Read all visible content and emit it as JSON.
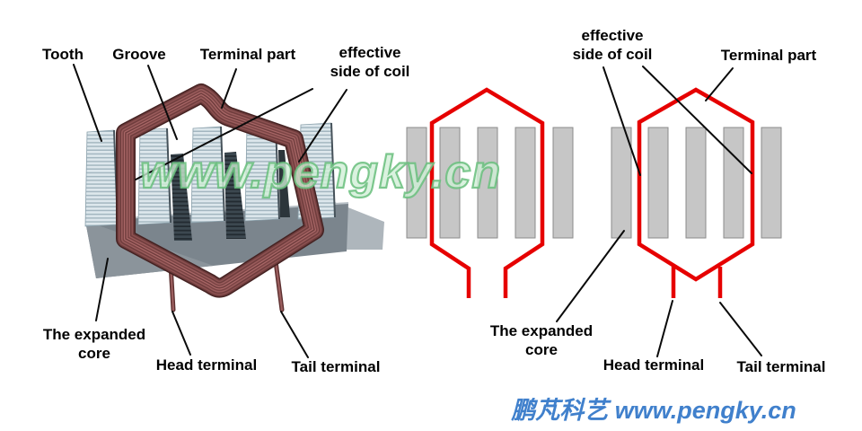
{
  "left_diagram": {
    "description_labels": {
      "tooth": "Tooth",
      "groove": "Groove",
      "terminal_part": "Terminal part",
      "effective_side_line1": "effective",
      "effective_side_line2": "side of coil",
      "expanded_core_line1": "The expanded",
      "expanded_core_line2": "core",
      "head_terminal": "Head terminal",
      "tail_terminal": "Tail terminal"
    }
  },
  "right_diagram": {
    "description_labels": {
      "effective_side_line1": "effective",
      "effective_side_line2": "side of coil",
      "terminal_part": "Terminal part",
      "expanded_core_line1": "The expanded",
      "expanded_core_line2": "core",
      "head_terminal": "Head terminal",
      "tail_terminal": "Tail terminal"
    }
  },
  "watermark": {
    "text": "www.pengky.cn",
    "color": "#a8dcb4"
  },
  "footer": {
    "text": "鹏芃科艺 www.pengky.cn",
    "color": "#4080cc"
  },
  "colors": {
    "schematic_red": "#e60000",
    "tooth_bar_gray": "#c6c6c6",
    "coil_copper": "#8c5151",
    "leader_line": "#0a0a0a"
  }
}
